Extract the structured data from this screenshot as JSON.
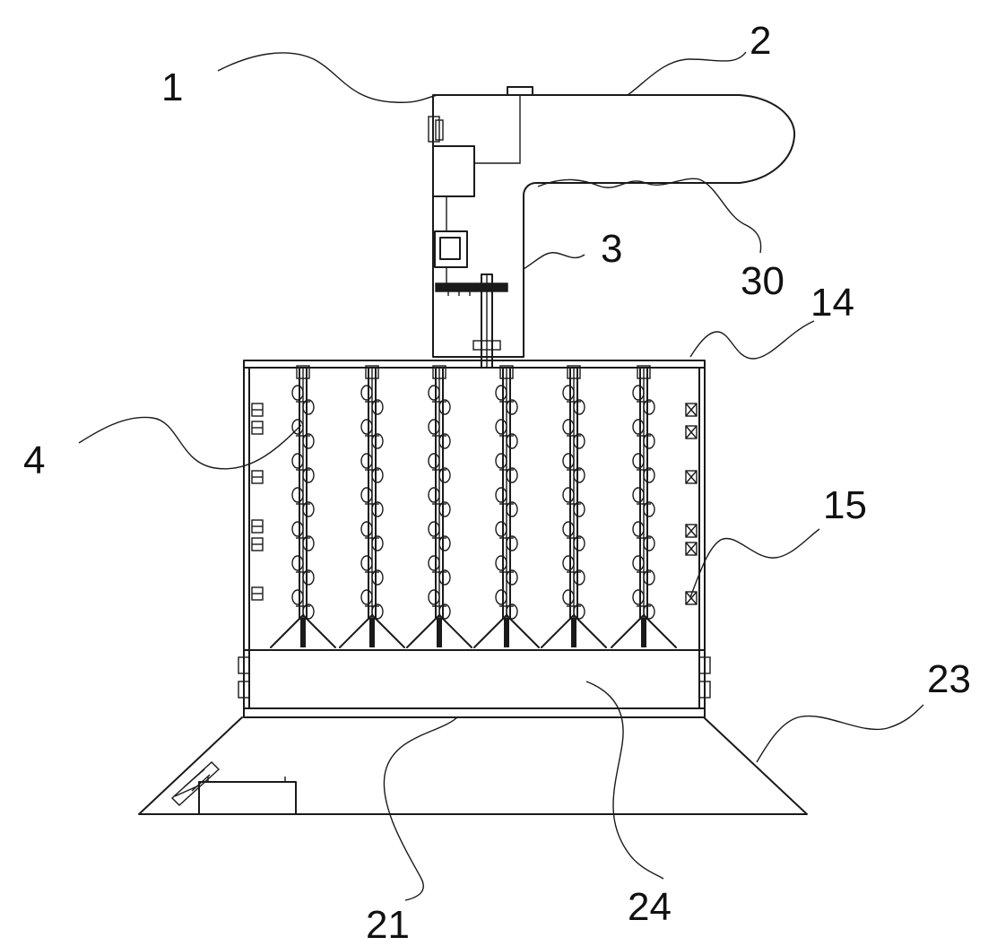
{
  "labels": {
    "l1": "1",
    "l2": "2",
    "l3": "3",
    "l4": "4",
    "l14": "14",
    "l15": "15",
    "l21": "21",
    "l23": "23",
    "l24": "24",
    "l30": "30"
  },
  "drawing": {
    "line_color": "#1a1a1a",
    "background": "#ffffff",
    "rod_count": 6,
    "pods_per_rod": 7
  }
}
